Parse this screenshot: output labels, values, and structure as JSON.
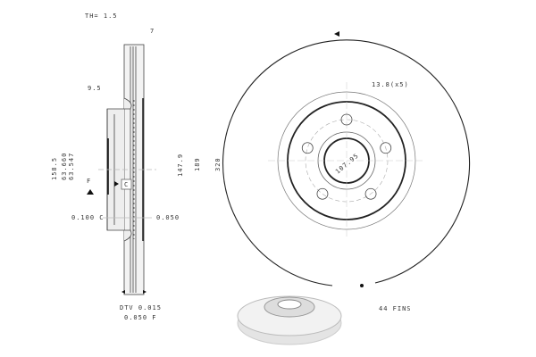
{
  "side_view": {
    "thickness_min": "TH= 1.5",
    "dim_7": "7",
    "dim_9_5": "9.5",
    "dim_158_5": "158.5",
    "dim_63_660": "63.660",
    "dim_63_547": "63.547",
    "datum_f": "F",
    "datum_c": "C",
    "tol_left": "0.100 C",
    "tol_right": "0.050",
    "dim_147_9": "147.9",
    "dim_189": "189",
    "dim_320": "320",
    "dtv": "DTV 0.015",
    "runout": "0.050 F"
  },
  "front_view": {
    "bolt_hole": "13.8(x5)",
    "bolt_circle": "107.95",
    "fins": "44 FINS",
    "bolt_holes": 5
  }
}
